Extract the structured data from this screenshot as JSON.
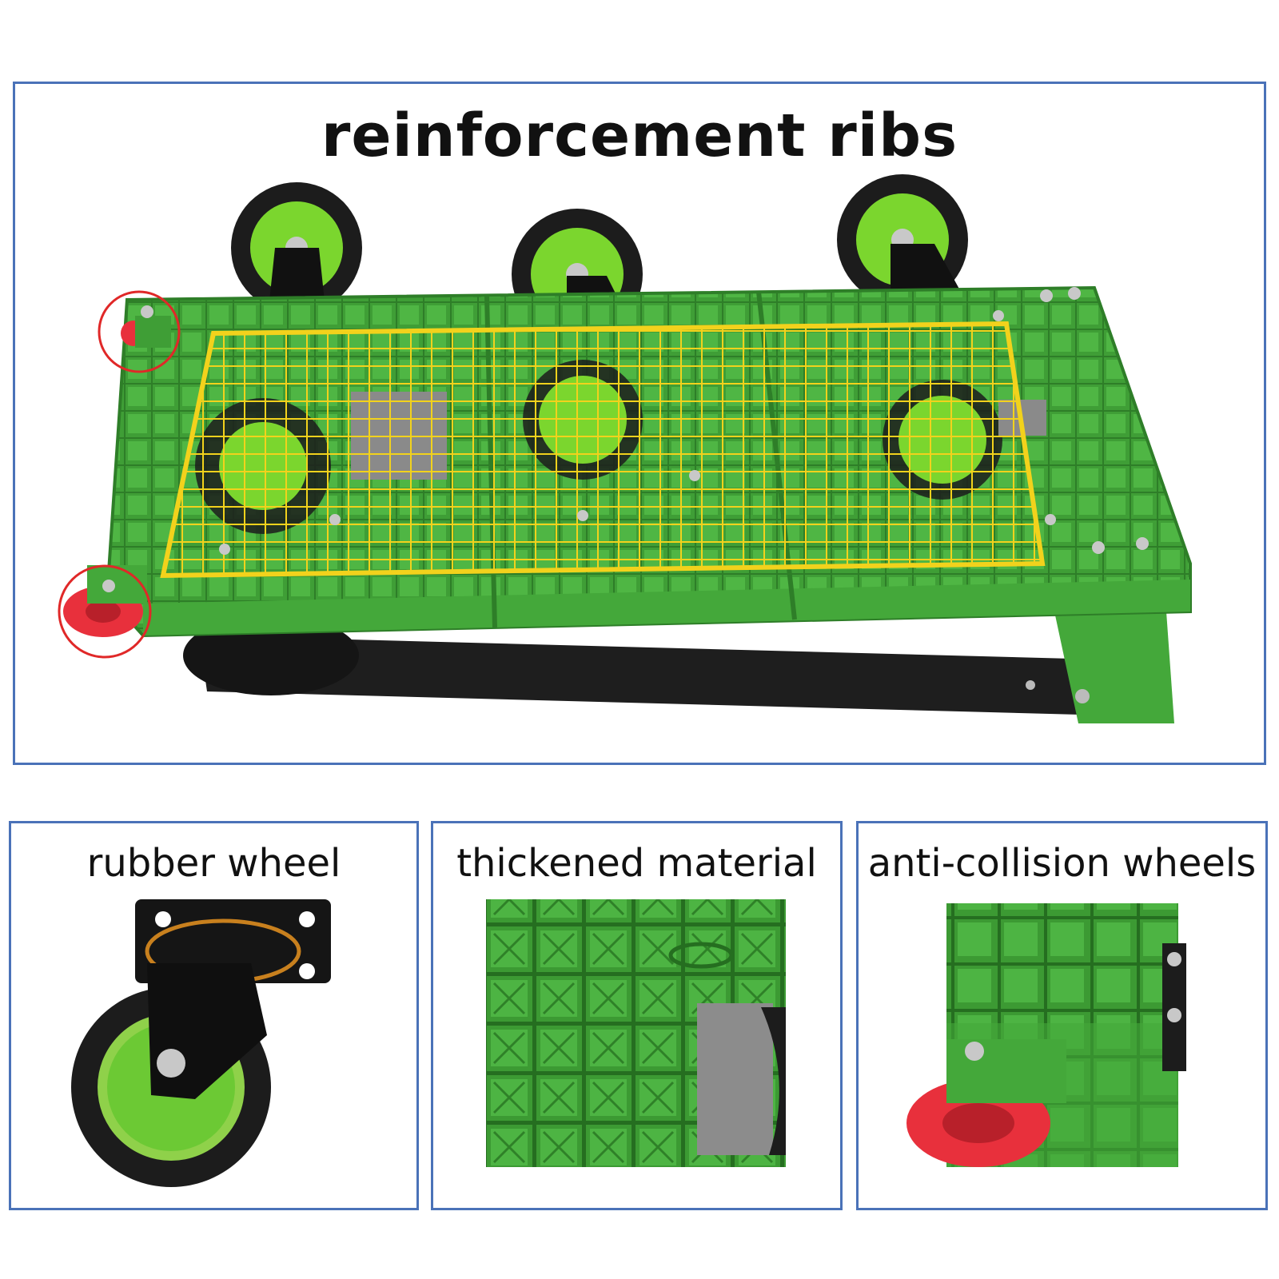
{
  "main_panel": {
    "caption": "reinforcement ribs"
  },
  "detail_panels": [
    {
      "caption": "rubber wheel"
    },
    {
      "caption": "thickened material"
    },
    {
      "caption": "anti-collision wheels"
    }
  ],
  "colors": {
    "frame_border": "#4a72b8",
    "deck_green": "#44a83a",
    "deck_green_dark": "#2e7e28",
    "grid_yellow": "#f2d21c",
    "wheel_black": "#1c1c1c",
    "hub_green": "#7bd62e",
    "bumper_red": "#e8303c",
    "highlight_circle": "#e02828"
  }
}
